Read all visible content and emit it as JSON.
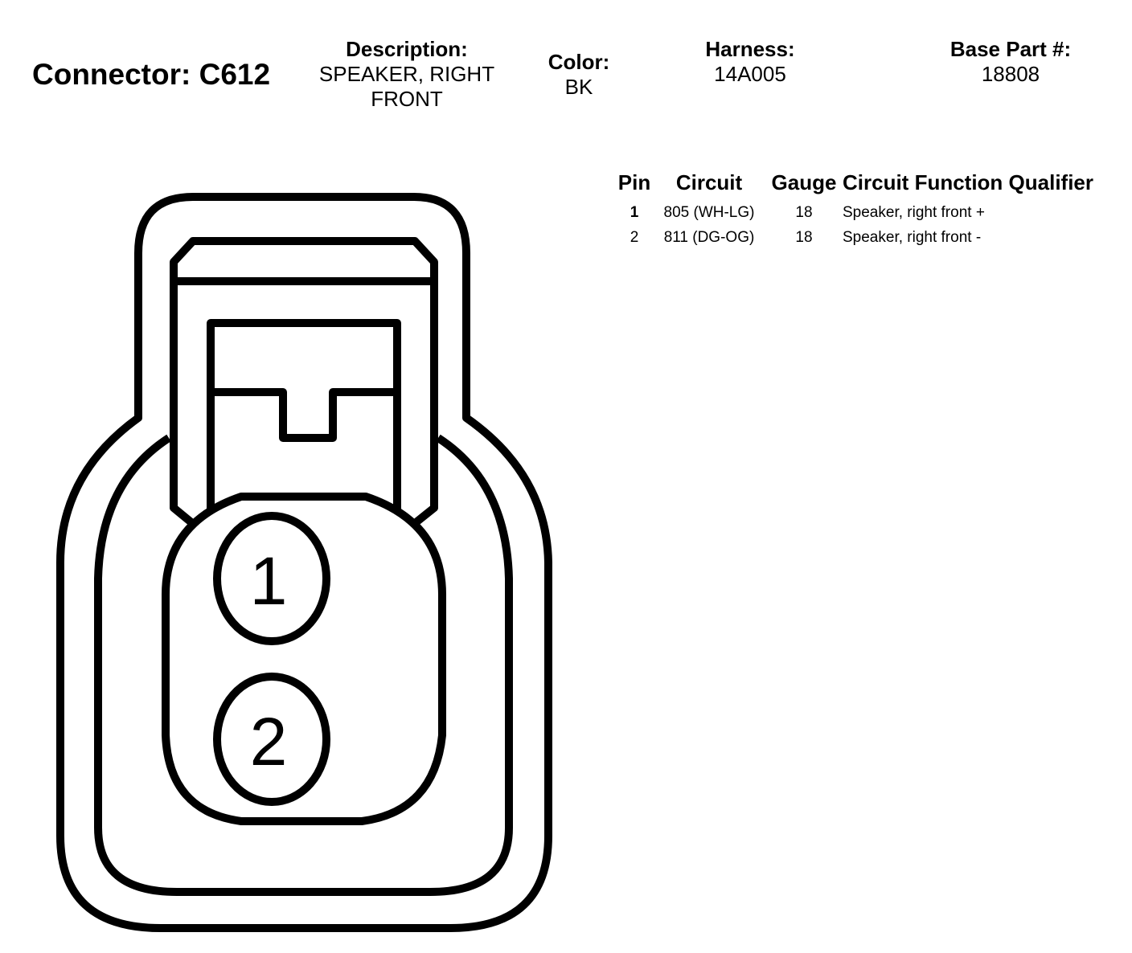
{
  "connector": {
    "title": "Connector: C612"
  },
  "header": {
    "description": {
      "label": "Description:",
      "value_line1": "SPEAKER, RIGHT",
      "value_line2": "FRONT"
    },
    "color": {
      "label": "Color:",
      "value": "BK"
    },
    "harness": {
      "label": "Harness:",
      "value": "14A005"
    },
    "base_part": {
      "label": "Base Part #:",
      "value": "18808"
    }
  },
  "table": {
    "columns": {
      "pin": "Pin",
      "circuit": "Circuit",
      "gauge": "Gauge",
      "function": "Circuit Function Qualifier"
    },
    "rows": [
      {
        "pin": "1",
        "circuit": "805 (WH-LG)",
        "gauge": "18",
        "function": "Speaker, right front +"
      },
      {
        "pin": "2",
        "circuit": "811 (DG-OG)",
        "gauge": "18",
        "function": "Speaker, right front -"
      }
    ]
  },
  "diagram": {
    "pins": [
      "1",
      "2"
    ],
    "stroke_color": "#000000",
    "fill_color": "#ffffff"
  }
}
